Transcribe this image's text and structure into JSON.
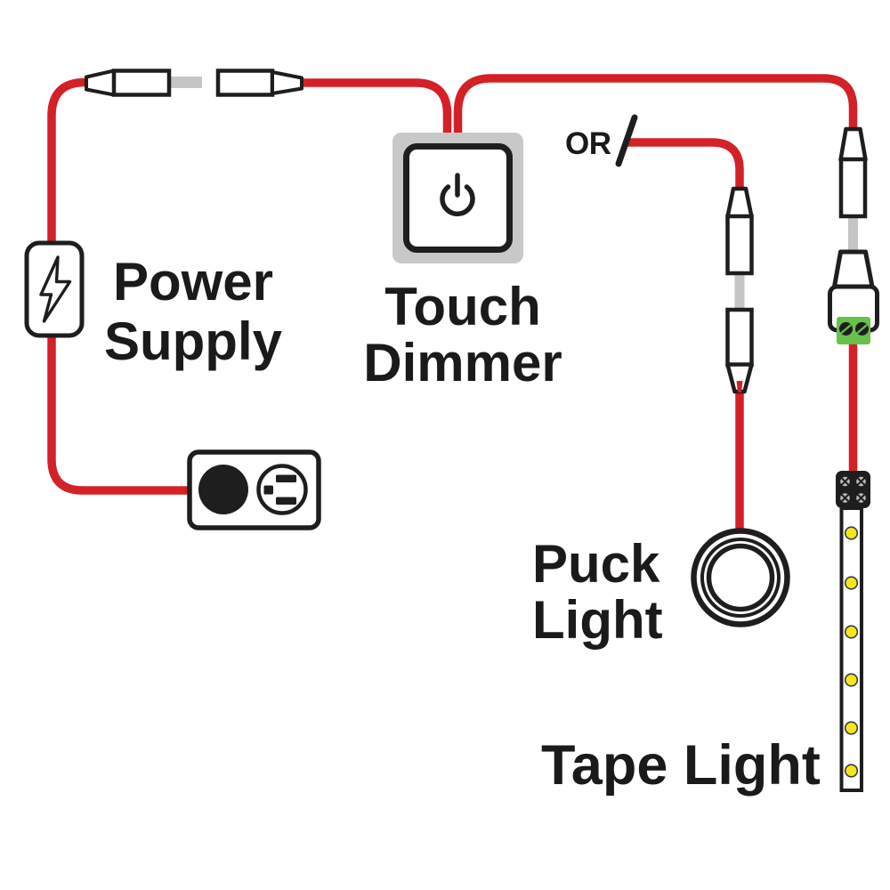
{
  "diagram": {
    "type": "wiring-diagram",
    "labels": {
      "power_supply_line1": "Power",
      "power_supply_line2": "Supply",
      "touch_dimmer_line1": "Touch",
      "touch_dimmer_line2": "Dimmer",
      "or": "OR",
      "puck_light_line1": "Puck",
      "puck_light_line2": "Light",
      "tape_light": "Tape Light"
    },
    "colors": {
      "wire": "#d32127",
      "outline": "#1e1e1e",
      "bezel_gray": "#c8c8c9",
      "stub_gray": "#c5c5c6",
      "terminal_green": "#67c14b",
      "led_yellow": "#f3e71a",
      "screw_gray": "#bababa",
      "background": "#ffffff"
    },
    "icons": {
      "power_supply": "lightning-bolt-icon",
      "touch_dimmer": "power-symbol-icon",
      "wall_outlet": "outlet-and-plug",
      "or_break": "slash-mark"
    },
    "components": [
      "Power Supply",
      "Wall Outlet",
      "Touch Dimmer",
      "Puck Light",
      "Tape Light"
    ],
    "connections": [
      {
        "from": "Power Supply",
        "to": "Wall Outlet",
        "via": "cord"
      },
      {
        "from": "Power Supply",
        "to": "Touch Dimmer",
        "via": "inline barrel connectors"
      },
      {
        "from": "Touch Dimmer",
        "to": "Puck Light",
        "relation": "OR",
        "via": "inline barrel connectors"
      },
      {
        "from": "Touch Dimmer",
        "to": "Tape Light",
        "relation": "OR",
        "via": "barrel connector + screw terminal adapter"
      }
    ],
    "tape_light": {
      "led_count": 6
    }
  }
}
